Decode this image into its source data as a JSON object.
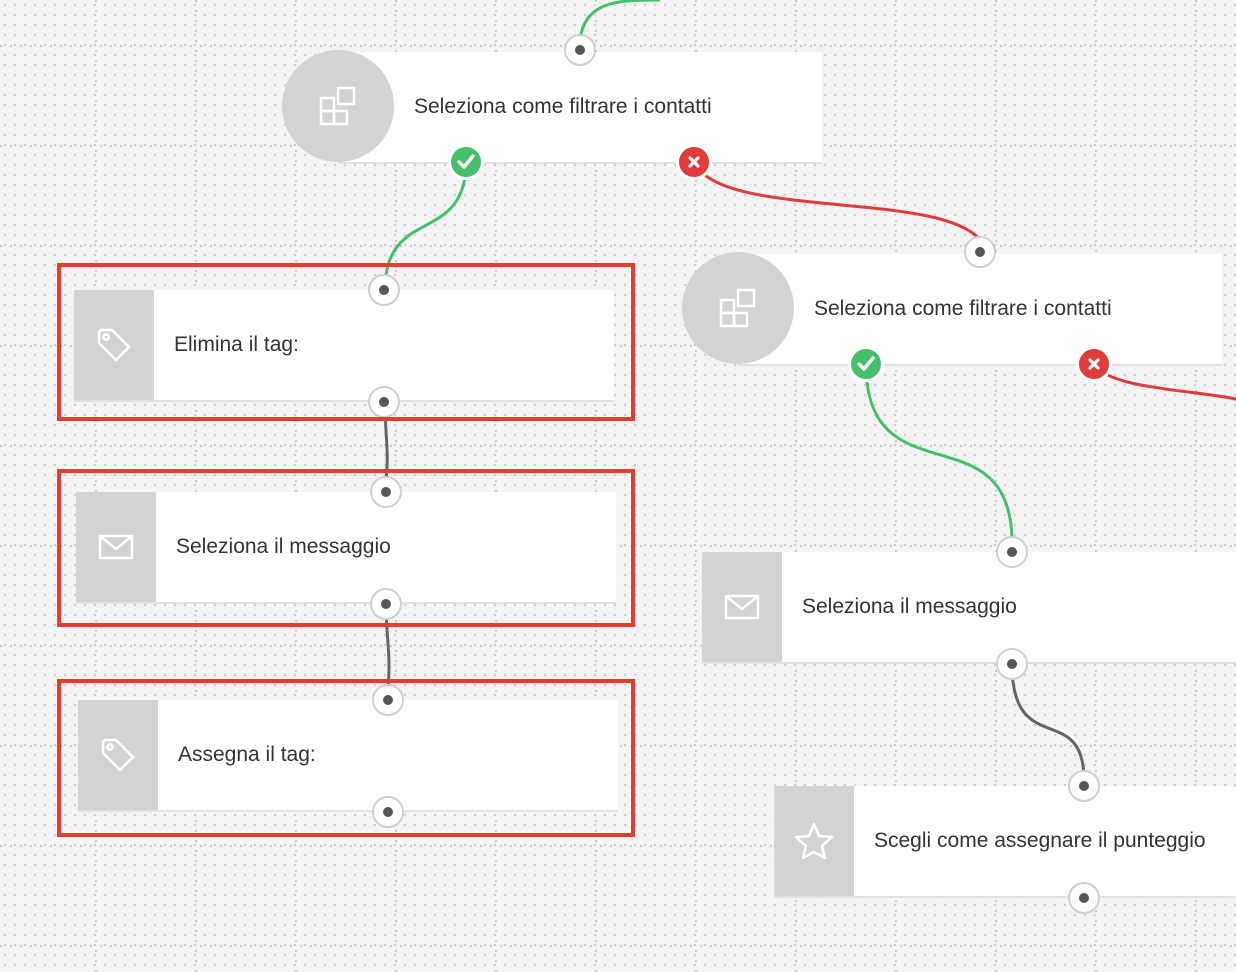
{
  "nodes": {
    "filter_top": {
      "label": "Seleziona come filtrare i contatti",
      "icon": "filter-blocks-icon"
    },
    "filter_right": {
      "label": "Seleziona come filtrare i contatti",
      "icon": "filter-blocks-icon"
    },
    "remove_tag": {
      "label": "Elimina il tag:",
      "icon": "tag-icon"
    },
    "select_message_left": {
      "label": "Seleziona il messaggio",
      "icon": "envelope-icon"
    },
    "assign_tag": {
      "label": "Assegna il tag:",
      "icon": "tag-icon"
    },
    "select_message_right": {
      "label": "Seleziona il messaggio",
      "icon": "envelope-icon"
    },
    "score": {
      "label": "Scegli come assegnare il punteggio",
      "icon": "star-icon"
    }
  },
  "colors": {
    "yes_branch": "#44c06b",
    "no_branch": "#e23b3b",
    "link": "#666666",
    "highlight": "#e33d2f",
    "icon_tile": "#d3d3d3"
  }
}
